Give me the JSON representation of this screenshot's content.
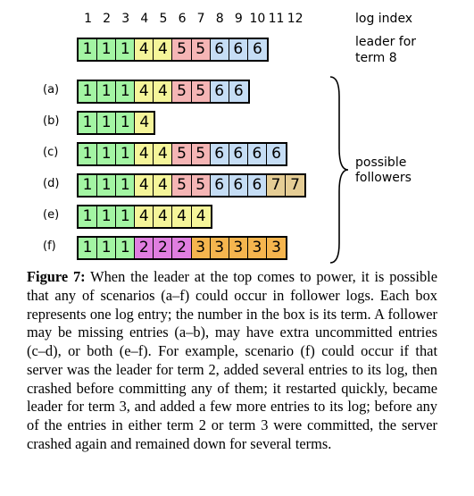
{
  "index_header": {
    "numbers": [
      "1",
      "2",
      "3",
      "4",
      "5",
      "6",
      "7",
      "8",
      "9",
      "10",
      "11",
      "12"
    ],
    "label": "log index"
  },
  "leader": {
    "label_line1": "leader for",
    "label_line2": "term 8",
    "entries": [
      1,
      1,
      1,
      4,
      4,
      5,
      5,
      6,
      6,
      6
    ]
  },
  "followers": [
    {
      "label": "(a)",
      "entries": [
        1,
        1,
        1,
        4,
        4,
        5,
        5,
        6,
        6
      ]
    },
    {
      "label": "(b)",
      "entries": [
        1,
        1,
        1,
        4
      ]
    },
    {
      "label": "(c)",
      "entries": [
        1,
        1,
        1,
        4,
        4,
        5,
        5,
        6,
        6,
        6,
        6
      ]
    },
    {
      "label": "(d)",
      "entries": [
        1,
        1,
        1,
        4,
        4,
        5,
        5,
        6,
        6,
        6,
        7,
        7
      ]
    },
    {
      "label": "(e)",
      "entries": [
        1,
        1,
        1,
        4,
        4,
        4,
        4
      ]
    },
    {
      "label": "(f)",
      "entries": [
        1,
        1,
        1,
        2,
        2,
        2,
        3,
        3,
        3,
        3,
        3
      ]
    }
  ],
  "brace_label": {
    "line1": "possible",
    "line2": "followers"
  },
  "term_colors": {
    "1": "#a3f5a3",
    "2": "#e07ee0",
    "3": "#f5b54e",
    "4": "#f5f59a",
    "5": "#f5b5b5",
    "6": "#c5ddf5",
    "7": "#e5cd95"
  },
  "caption": {
    "figure_label": "Figure 7:",
    "text": "When the leader at the top comes to power, it is possible that any of scenarios (a–f) could occur in follower logs. Each box represents one log entry; the number in the box is its term. A follower may be missing entries (a–b), may have extra uncommitted entries (c–d), or both (e–f). For example, scenario (f) could occur if that server was the leader for term 2, added several entries to its log, then crashed before committing any of them; it restarted quickly, became leader for term 3, and added a few more entries to its log; before any of the entries in either term 2 or term 3 were committed, the server crashed again and remained down for several terms."
  }
}
